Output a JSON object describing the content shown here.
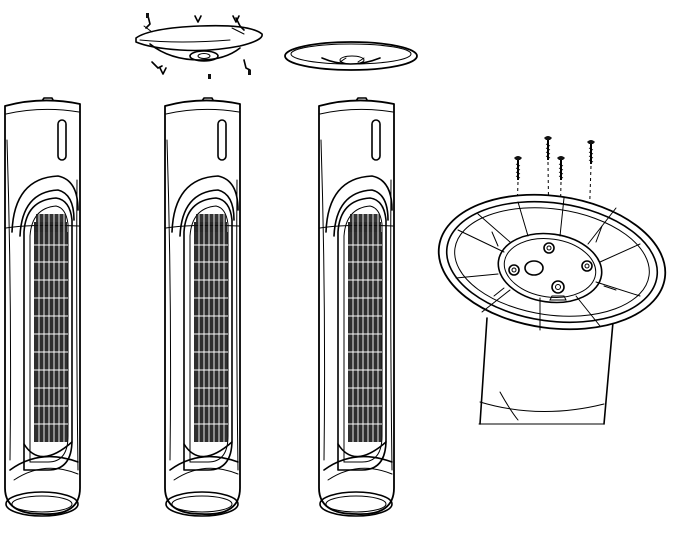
{
  "figure": {
    "labels": {
      "clip_marker": "",
      "v_marker": ""
    }
  },
  "parts": [
    {
      "name": "tower-unit",
      "count": 3
    },
    {
      "name": "base-plate",
      "count": 2
    },
    {
      "name": "screw",
      "count": 4
    }
  ]
}
